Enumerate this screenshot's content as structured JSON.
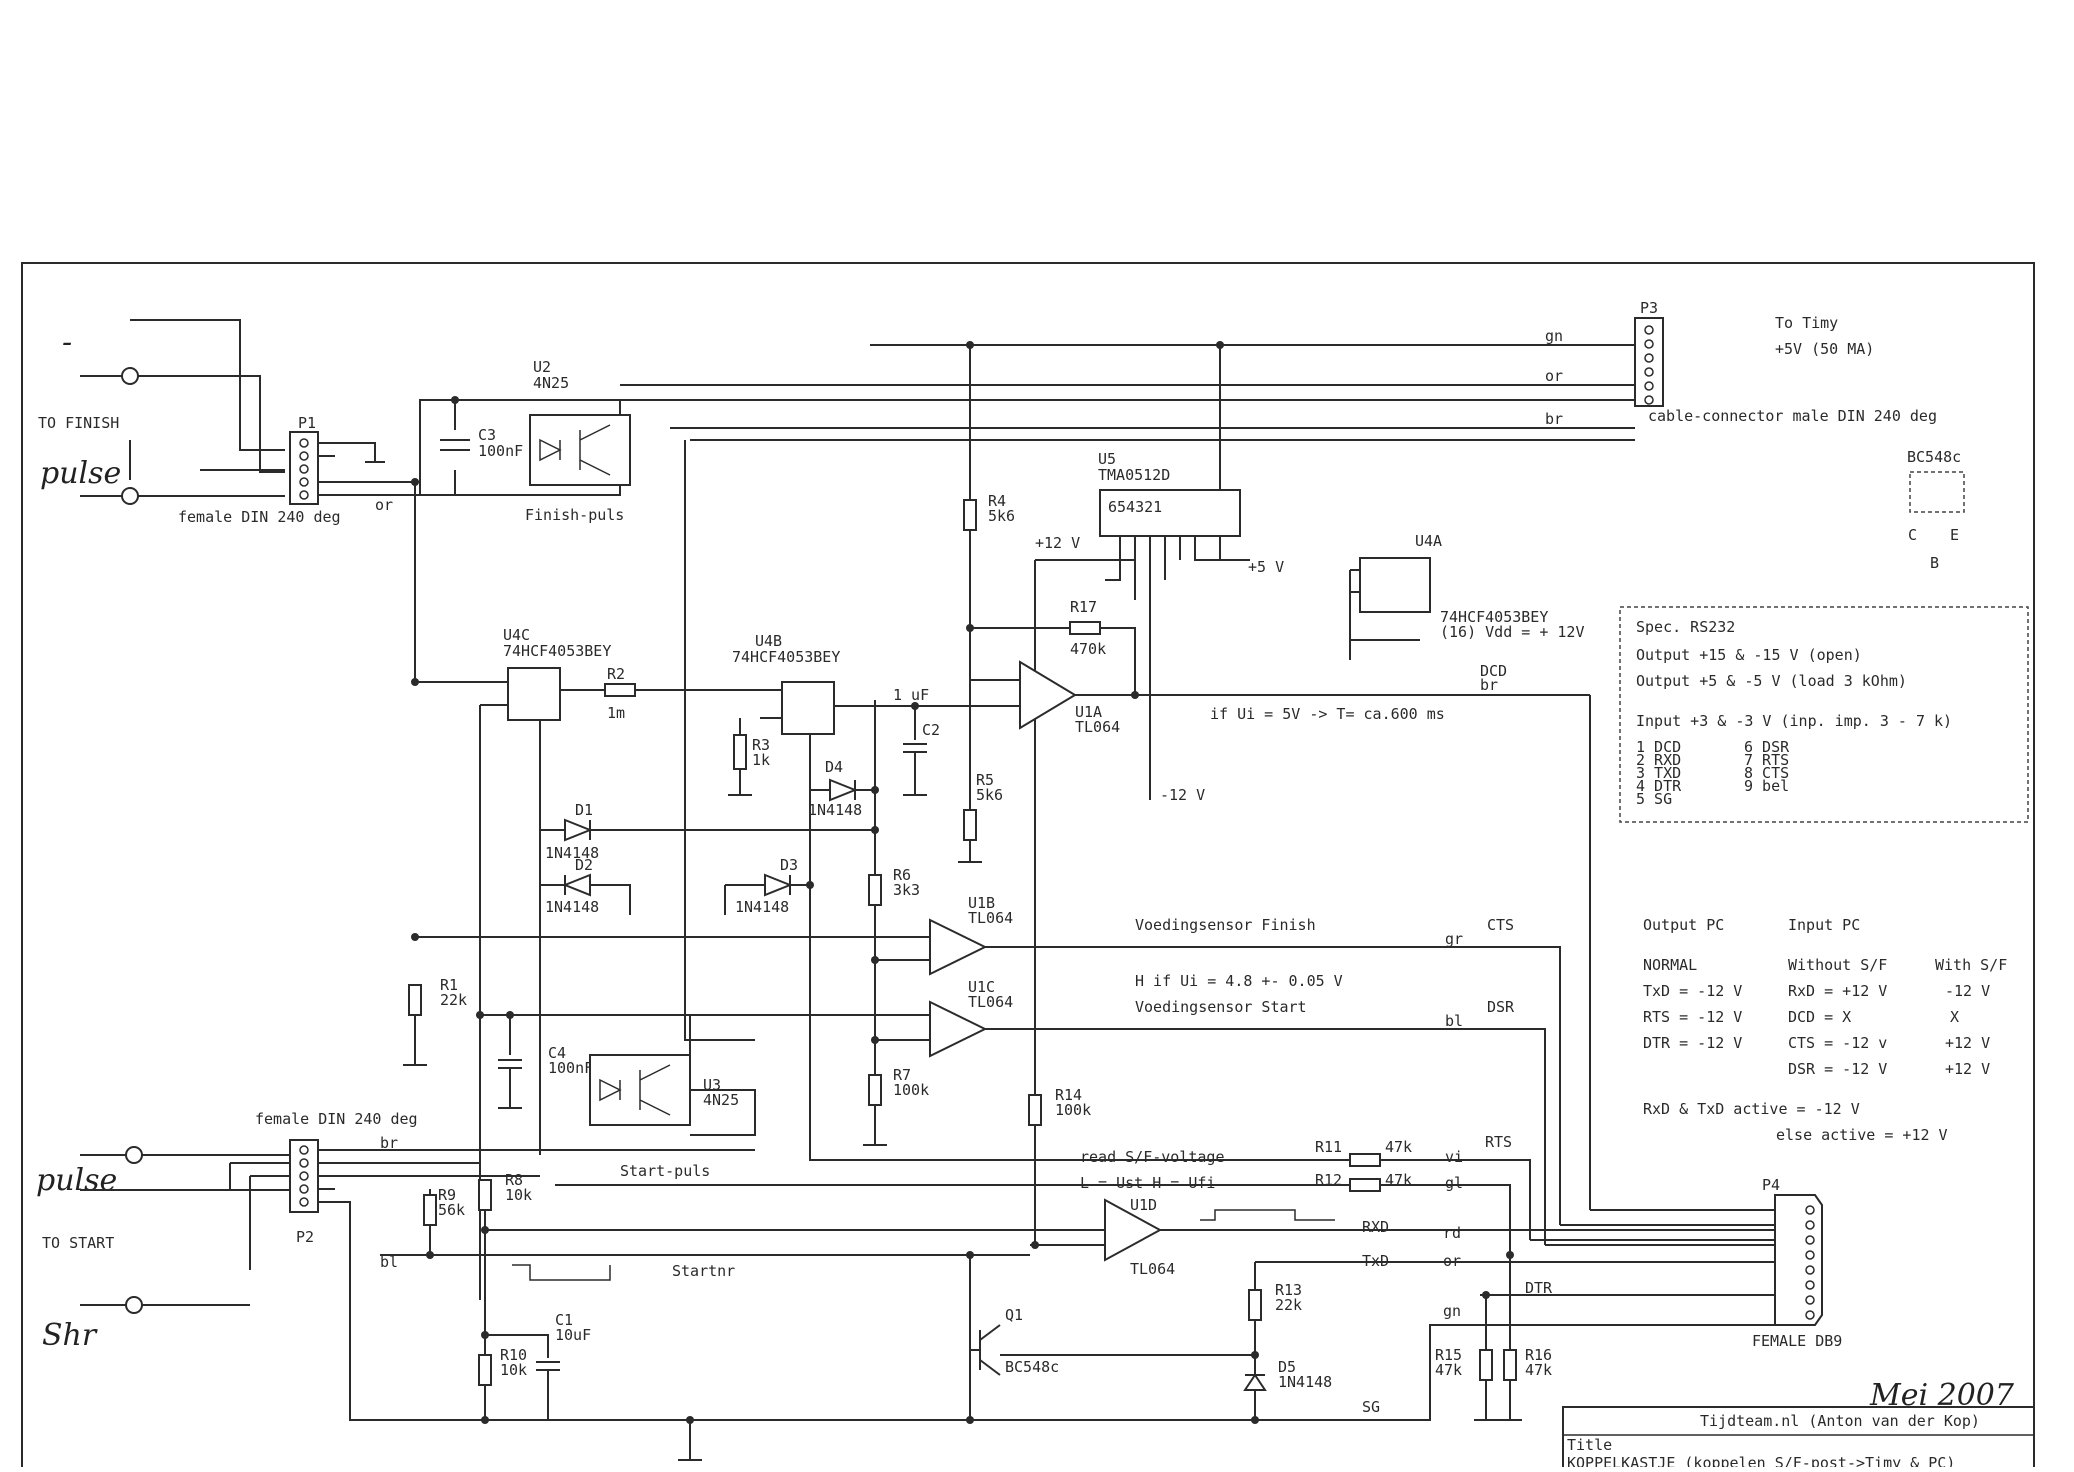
{
  "labels": {
    "to_finish": "TO FINISH",
    "to_start": "TO START",
    "female_din_p1": "female DIN 240 deg",
    "female_din_p2": "female DIN 240 deg",
    "cable_connector": "cable-connector male DIN 240 deg",
    "to_timy": "To Timy",
    "timy_supply": "+5V (50 MA)",
    "finish_puls": "Finish-puls",
    "start_puls": "Start-puls",
    "startnr": "Startnr",
    "voeding_finish": "Voedingsensor Finish",
    "voeding_start": "Voedingsensor Start",
    "h_if_ui": "H if Ui = 4.8 +- 0.05 V",
    "if_ui": "if Ui = 5V -> T= ca.600 ms",
    "read_sf": "read S/F-voltage",
    "l_ust": "L = Ust   H = Ufi",
    "female_db9": "FEMALE DB9",
    "plus12v": "+12 V",
    "plus5v": "+5 V",
    "minus12v": "-12 V",
    "vdd": "(16) Vdd = + 12V",
    "or_p1": "or"
  },
  "components": {
    "p1": "P1",
    "p2": "P2",
    "p3": "P3",
    "p4": "P4",
    "u2": "U2",
    "u2_type": "4N25",
    "u3": "U3",
    "u3_type": "4N25",
    "u5": "U5",
    "u5_type": "TMA0512D",
    "u5_pins": "654321",
    "u4a": "U4A",
    "u4b": "U4B",
    "u4c": "U4C",
    "u4_type": "74HCF4053BEY",
    "u1a": "U1A",
    "u1b": "U1B",
    "u1c": "U1C",
    "u1d": "U1D",
    "u1_type": "TL064",
    "q1": "Q1",
    "q1_type": "BC548c",
    "bc548c": "BC548c",
    "c1": "C1",
    "c1_val": "10uF",
    "c2": "C2",
    "c2_val": "1 uF",
    "c3": "C3",
    "c3_val": "100nF",
    "c4": "C4",
    "c4_val": "100nF",
    "r1": "R1",
    "r1_val": "22k",
    "r2": "R2",
    "r2_val": "1m",
    "r3": "R3",
    "r3_val": "1k",
    "r4": "R4",
    "r4_val": "5k6",
    "r5": "R5",
    "r5_val": "5k6",
    "r6": "R6",
    "r6_val": "3k3",
    "r7": "R7",
    "r7_val": "100k",
    "r8": "R8",
    "r8_val": "10k",
    "r9": "R9",
    "r9_val": "56k",
    "r10": "R10",
    "r10_val": "10k",
    "r11": "R11",
    "r11_val": "47k",
    "r12": "R12",
    "r12_val": "47k",
    "r13": "R13",
    "r13_val": "22k",
    "r14": "R14",
    "r14_val": "100k",
    "r15": "R15",
    "r15_val": "47k",
    "r16": "R16",
    "r16_val": "47k",
    "r17": "R17",
    "r17_val": "470k",
    "d1": "D1",
    "d2": "D2",
    "d3": "D3",
    "d4": "D4",
    "d5": "D5",
    "diode_type": "1N4148"
  },
  "wire_labels": {
    "gn": "gn",
    "or": "or",
    "br": "br",
    "bl": "bl",
    "gr": "gr",
    "vi": "vi",
    "gl": "gl",
    "rd": "rd",
    "dcd": "DCD",
    "cts": "CTS",
    "dsr": "DSR",
    "rts": "RTS",
    "rxd": "RXD",
    "txd": "TxD",
    "dtr": "DTR",
    "sg": "SG"
  },
  "spec_box": {
    "title": "Spec. RS232",
    "line1": "Output +15 & -15 V (open)",
    "line2": "Output +5 & -5 V (load 3 kOhm)",
    "line3": "Input  +3 & -3 V (inp. imp. 3 - 7 k)",
    "pins": [
      "1 DCD",
      "2 RXD",
      "3 TXD",
      "4 DTR",
      "5 SG"
    ],
    "pins2": [
      "6 DSR",
      "7 RTS",
      "8 CTS",
      "9 bel"
    ]
  },
  "io_table": {
    "head_output": "Output PC",
    "head_input": "Input PC",
    "normal": "NORMAL",
    "without": "Without S/F",
    "with": "With S/F",
    "rows": [
      [
        "TxD = -12 V",
        "RxD = +12 V",
        "-12 V"
      ],
      [
        "RTS = -12 V",
        "DCD =  X",
        "X"
      ],
      [
        "DTR = -12 V",
        "CTS = -12 v",
        "+12 V"
      ],
      [
        "",
        "DSR = -12 V",
        "+12 V"
      ]
    ],
    "active": "RxD & TxD active = -12 V",
    "else_active": "else  active = +12 V"
  },
  "title_block": {
    "company": "Tijdteam.nl (Anton van der Kop)",
    "title_label": "Title",
    "title": "KOPPELKASTJE (koppelen S/F-post->Timy & PC)"
  },
  "handwriting": {
    "dash": "-",
    "pulse1": "pulse",
    "pulse2": "pulse",
    "shr": "Shr",
    "date": "Mei 2007"
  }
}
